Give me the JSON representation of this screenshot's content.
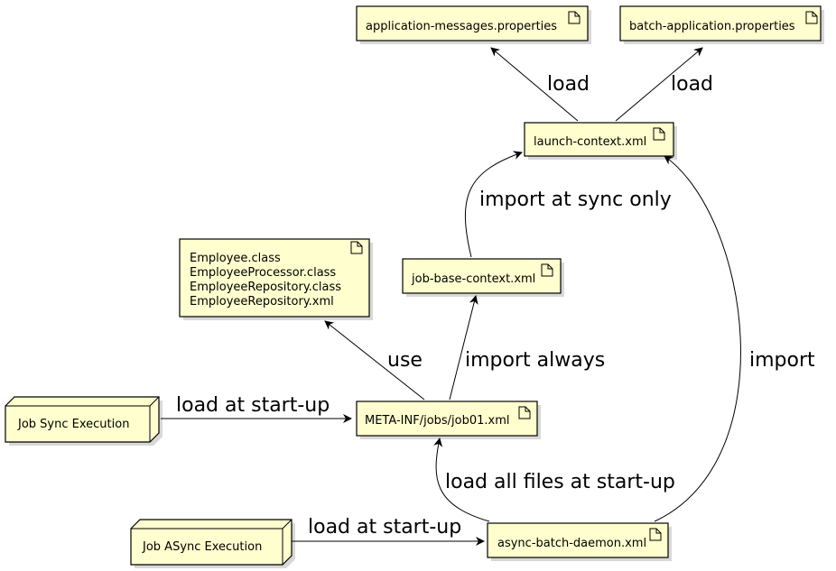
{
  "nodes": {
    "app_messages": "application-messages.properties",
    "batch_app": "batch-application.properties",
    "launch_context": "launch-context.xml",
    "employee": [
      "Employee.class",
      "EmployeeProcessor.class",
      "EmployeeRepository.class",
      "EmployeeRepository.xml"
    ],
    "job_base_context": "job-base-context.xml",
    "job01": "META-INF/jobs/job01.xml",
    "async_daemon": "async-batch-daemon.xml",
    "job_sync": "Job Sync Execution",
    "job_async": "Job ASync Execution"
  },
  "edges": {
    "load_messages": "load",
    "load_batch": "load",
    "import_sync_only": "import at sync only",
    "use": "use",
    "import_always": "import always",
    "import": "import",
    "sync_load": "load at start-up",
    "load_all": "load all files at start-up",
    "async_load": "load at start-up"
  }
}
